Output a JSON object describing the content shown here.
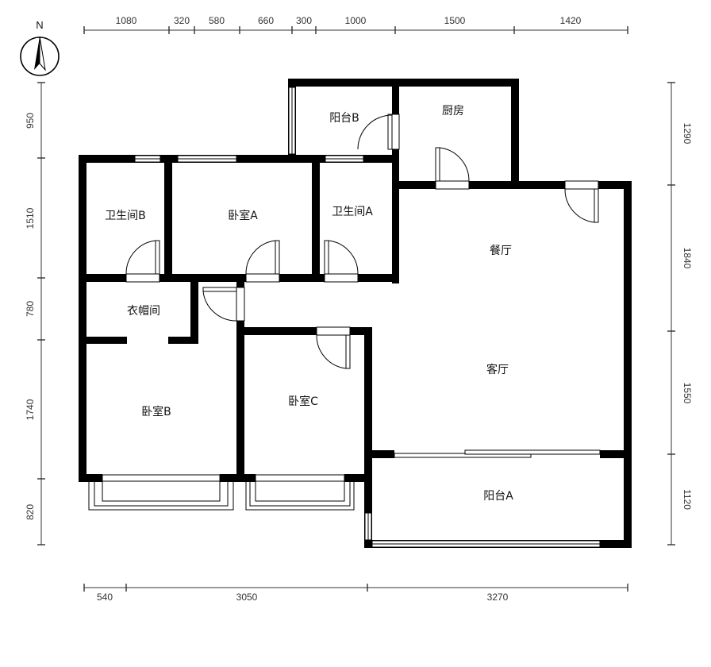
{
  "compass": {
    "label": "N"
  },
  "dimensions": {
    "top": [
      "1080",
      "320",
      "580",
      "660",
      "300",
      "1000",
      "1500",
      "1420"
    ],
    "bottom": [
      "540",
      "3050",
      "3270"
    ],
    "left": [
      "950",
      "1510",
      "780",
      "1740",
      "820"
    ],
    "right": [
      "1290",
      "1840",
      "1550",
      "1120"
    ]
  },
  "rooms": {
    "balcony_b": "阳台B",
    "kitchen": "厨房",
    "bathroom_b": "卫生间B",
    "bedroom_a": "卧室A",
    "bathroom_a": "卫生间A",
    "dining_room": "餐厅",
    "cloakroom": "衣帽间",
    "living_room": "客厅",
    "bedroom_b": "卧室B",
    "bedroom_c": "卧室C",
    "balcony_a": "阳台A"
  }
}
